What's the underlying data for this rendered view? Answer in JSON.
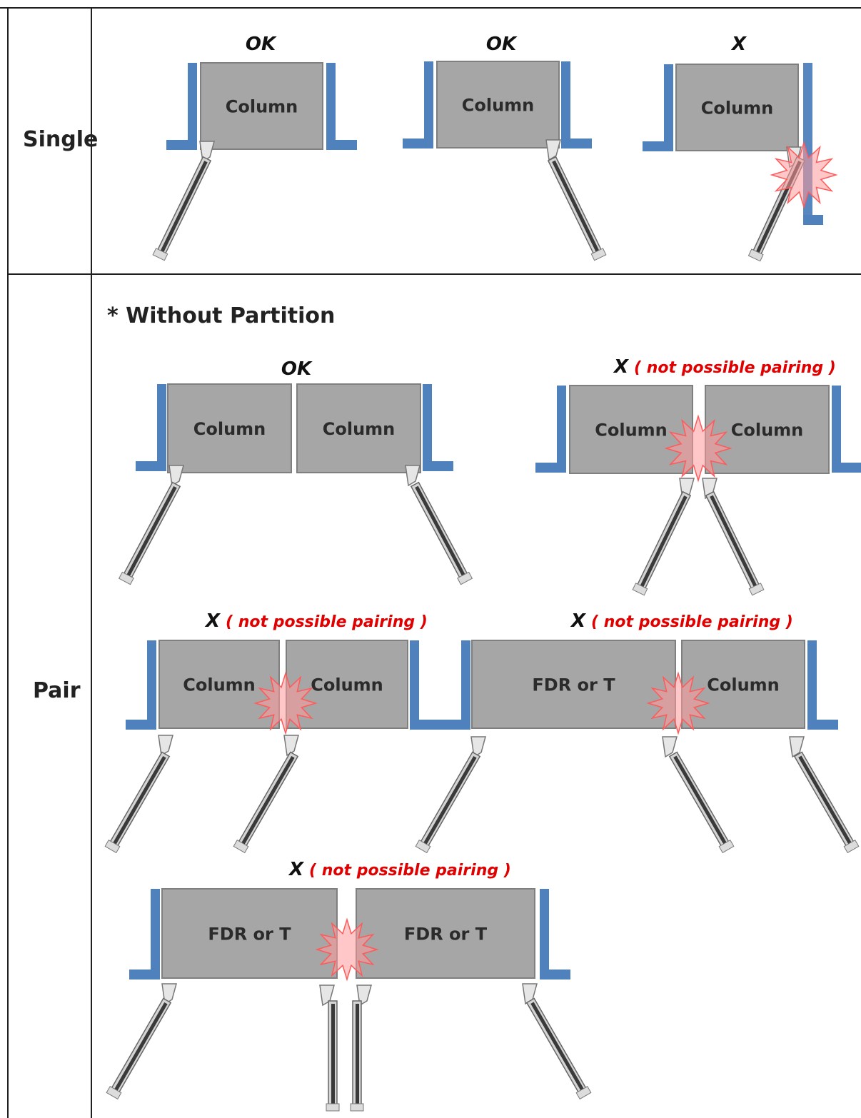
{
  "rows": {
    "single": "Single",
    "pair": "Pair"
  },
  "section_title": "* Without Partition",
  "labels": {
    "ok": "OK",
    "x": "X",
    "not_possible": "( not possible pairing )",
    "column": "Column",
    "fdr": "FDR or T"
  },
  "colors": {
    "wall": "#4f81bd",
    "panel": "#a6a6a6",
    "panel_border": "#7f7f7f",
    "collision": "#ff9999",
    "error_text": "#e00000",
    "frame": "#1f1f1f"
  },
  "icons": [
    "collision-burst-icon",
    "hinge-icon",
    "door-icon"
  ]
}
